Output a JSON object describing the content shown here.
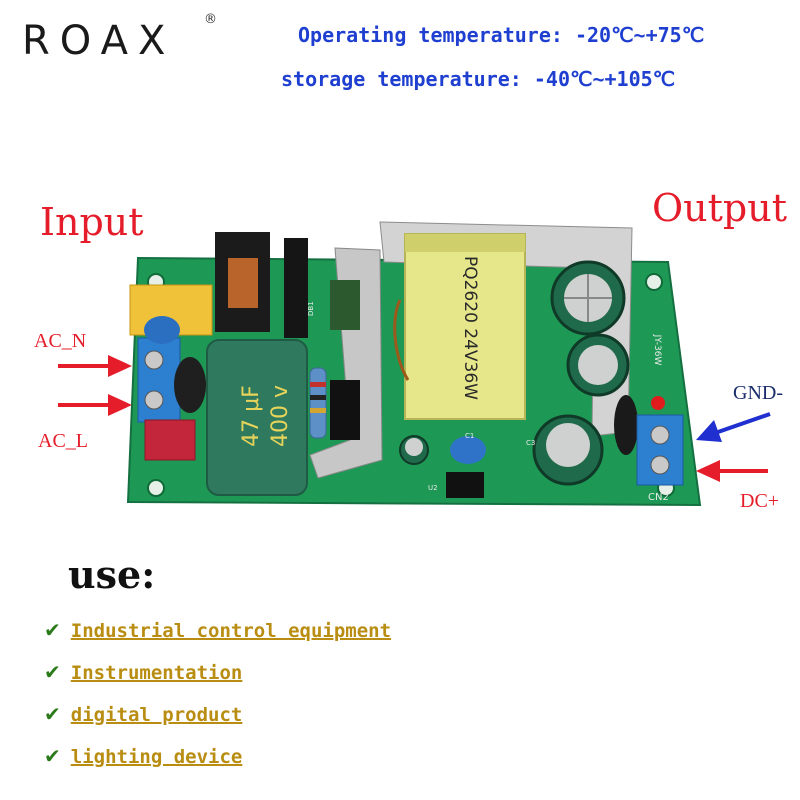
{
  "brand": {
    "name": "ROAX",
    "mark": "®"
  },
  "temperatures": {
    "operating": "Operating temperature: -20℃~+75℃",
    "storage": "storage temperature: -40℃~+105℃"
  },
  "labels": {
    "input": "Input",
    "output": "Output",
    "ac_n": "AC_N",
    "ac_l": "AC_L",
    "gnd": "GND-",
    "dc_plus": "DC+"
  },
  "board": {
    "capacitor_main": "47 μF",
    "capacitor_voltage": "400 v",
    "transformer": "PQ2620 24V36W",
    "model": "JY-36W",
    "cn2": "CN2",
    "u2": "U2",
    "db1": "DB1",
    "c1": "C1",
    "c3": "C3"
  },
  "use": {
    "heading": "use:",
    "items": [
      "Industrial control equipment",
      "Instrumentation",
      "digital product",
      "lighting device"
    ]
  },
  "colors": {
    "accent_red": "#e51d2a",
    "accent_blue": "#1f3fd0",
    "pcb_green": "#1f9a57",
    "item_gold": "#b98d12"
  }
}
